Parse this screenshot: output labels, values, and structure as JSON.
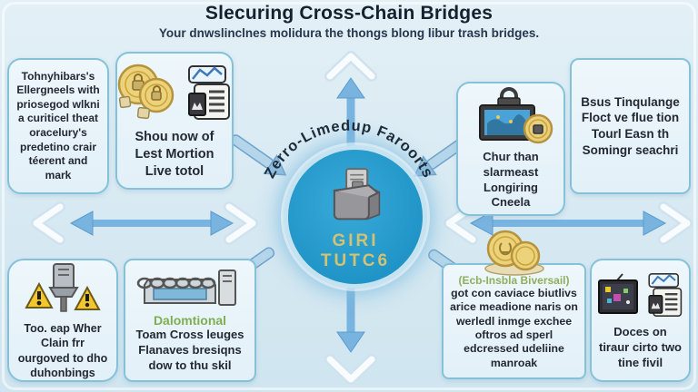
{
  "infographic": {
    "title": "Slecuring Cross-Chain Bridges",
    "subtitle": "Your dnwslinclnes molidura the thongs blong libur trash bridges.",
    "center": {
      "arc_label": "Zerro-Limedup Faroorts",
      "label_line1": "GIRI",
      "label_line2": "TUTC6",
      "icon": "briefcase-documents-icon"
    },
    "boxes": {
      "top_left": {
        "text": "Tohnyhibars's Ellergneels with priosegod wlkni a curiticel theat oracelury's predetino crair téerent and mark"
      },
      "top_mid_left": {
        "icons": [
          "gold-coins-lock-icon",
          "document-chart-icon"
        ],
        "text": "Shou now of Lest Mortion Live totol"
      },
      "mid_right": {
        "icons": [
          "locked-case-map-icon",
          "gold-coin-icon"
        ],
        "text": "Chur than slarmeast Longiring Cneela"
      },
      "top_right": {
        "text": "Bsus Tinqulange Floct ve flue tion Tourl Easn th Somingr seachri"
      },
      "bottom_left": {
        "icons": [
          "tower-icon",
          "warning-triangle-icon"
        ],
        "text": "Too. eap Wher Clain frr ourgoved to dho duhonbings"
      },
      "bottom_mid_left": {
        "icons": [
          "bridge-chain-icon"
        ],
        "heading": "Dalomtional",
        "text": "Toam Cross leuges Flanaves bresiqns dow to thu skil"
      },
      "bottom_mid_right": {
        "icons": [
          "gold-coins-icon"
        ],
        "heading": "(Ecb-Insbla Biversail)",
        "text": "got con caviace biutlivs arice meadione naris on werledl inmge exchee oftros ad sperl edcressed udeliine manroak"
      },
      "bottom_right": {
        "icons": [
          "monitor-pixels-icon",
          "document-chart-icon"
        ],
        "text": "Doces on tiraur cirto two tine fivil"
      }
    },
    "colors": {
      "background": "#d9eaf2",
      "box_fill": "#e9f4fa",
      "box_border": "#85c2da",
      "arrow_blue": "#79b3df",
      "chevron_white": "#f8fcfe",
      "circle_fill": "#259fd3",
      "circle_ring": "#c4e2f0",
      "center_label": "#d2c271",
      "heading_green": "#7fae52",
      "coin_gold": "#e9d07c",
      "warning_yellow": "#f2c72e",
      "title_text": "#17202e",
      "body_text": "#232833"
    }
  }
}
